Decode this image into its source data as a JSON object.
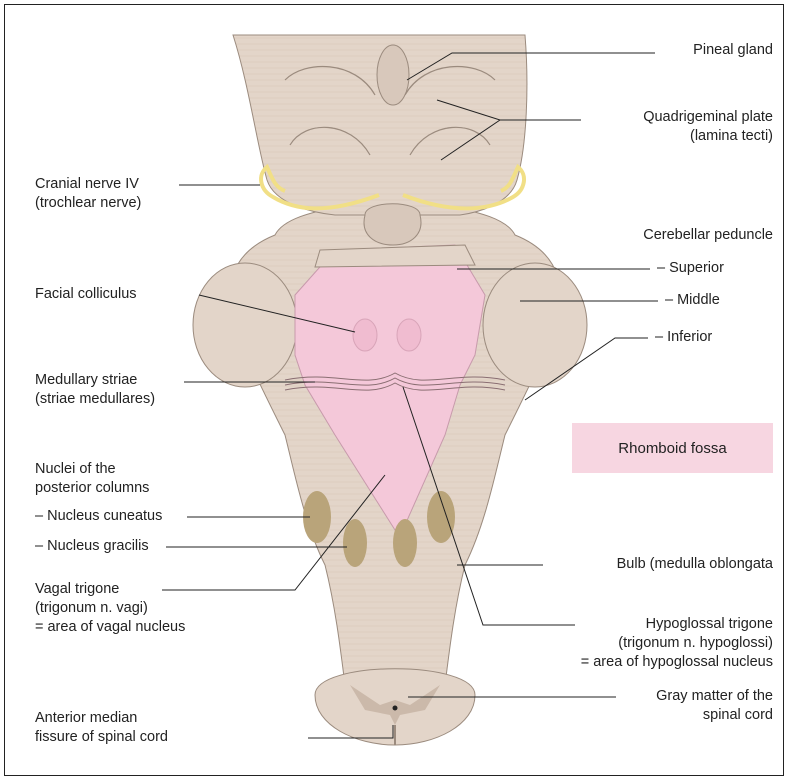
{
  "labels": {
    "pineal_gland": "Pineal gland",
    "quadrigeminal_plate": "Quadrigeminal plate",
    "lamina_tecti": "(lamina tecti)",
    "cranial_nerve_iv": "Cranial nerve IV",
    "trochlear_nerve": "(trochlear nerve)",
    "cerebellar_peduncle": "Cerebellar peduncle",
    "superior": "– Superior",
    "middle": "– Middle",
    "inferior": "– Inferior",
    "facial_colliculus": "Facial colliculus",
    "medullary_striae": "Medullary striae",
    "striae_medullares": "(striae medullares)",
    "rhomboid_fossa": "Rhomboid fossa",
    "nuclei_posterior_1": "Nuclei of the",
    "nuclei_posterior_2": "posterior columns",
    "nucleus_cuneatus": "– Nucleus cuneatus",
    "nucleus_gracilis": "– Nucleus gracilis",
    "bulb": "Bulb (medulla oblongata",
    "vagal_trigone_1": "Vagal trigone",
    "vagal_trigone_2": "(trigonum n. vagi)",
    "vagal_trigone_3": "= area of vagal nucleus",
    "hypoglossal_trigone_1": "Hypoglossal trigone",
    "hypoglossal_trigone_2": "(trigonum n. hypoglossi)",
    "hypoglossal_trigone_3": "= area of hypoglossal nucleus",
    "anterior_median_1": "Anterior median",
    "anterior_median_2": "fissure of spinal cord",
    "gray_matter_1": "Gray matter of the",
    "gray_matter_2": "spinal cord"
  },
  "colors": {
    "tissue": "#e3d5c9",
    "tissue_dark": "#cbb9aa",
    "fossa": "#f4c8d9",
    "fossa_box": "#f7d6e1",
    "nucleus": "#b9a47a",
    "nerve": "#f1df86",
    "leader": "#222222"
  }
}
